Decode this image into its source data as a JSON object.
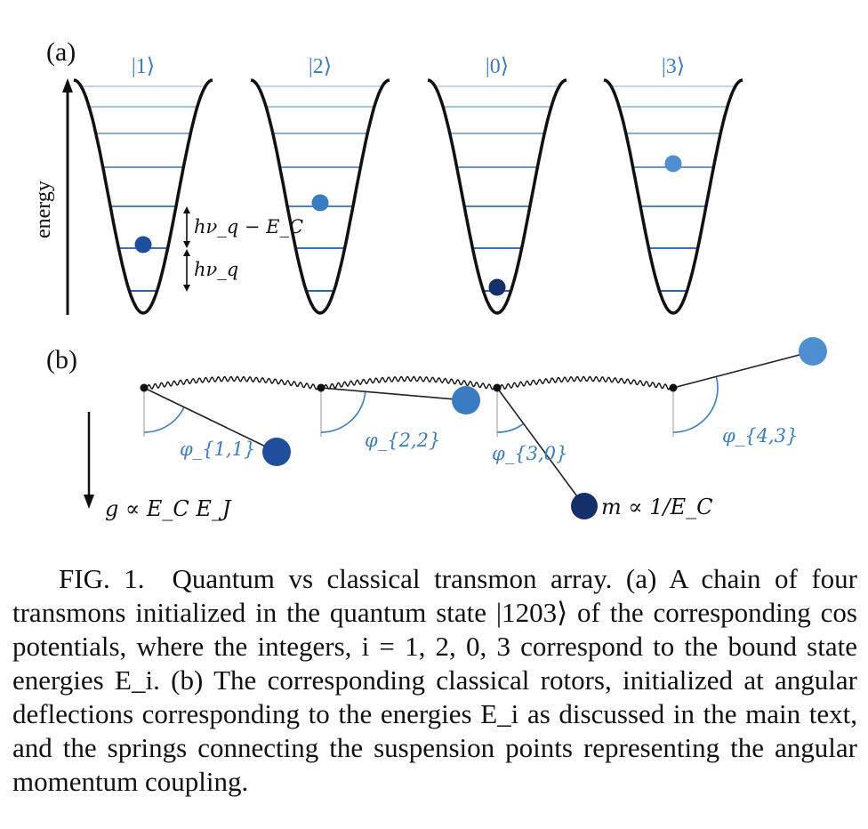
{
  "panel_a": {
    "label": "(a)",
    "y_axis_label": "energy",
    "wells": [
      {
        "state_label": "|1⟩",
        "level": 1
      },
      {
        "state_label": "|2⟩",
        "level": 2
      },
      {
        "state_label": "|0⟩",
        "level": 0
      },
      {
        "state_label": "|3⟩",
        "level": 3
      }
    ],
    "spacing_labels": {
      "upper": "hν_q − E_C",
      "lower": "hν_q"
    }
  },
  "panel_b": {
    "label": "(b)",
    "gravity_label": "g ∝ E_C E_J",
    "mass_label": "m ∝ 1/E_C",
    "rotors": [
      {
        "angle_label": "φ_{1,1}",
        "color": "#1f4e9c"
      },
      {
        "angle_label": "φ_{2,2}",
        "color": "#3a7cc2"
      },
      {
        "angle_label": "φ_{3,0}",
        "color": "#14306b"
      },
      {
        "angle_label": "φ_{4,3}",
        "color": "#4d8fd0"
      }
    ]
  },
  "colors": {
    "level_line": "#7fa8d8",
    "dark_blue": "#14306b",
    "mid_blue": "#1f4e9c",
    "light_blue": "#4d8fd0",
    "arc_blue": "#3a7cc2"
  },
  "caption": {
    "fig_label": "FIG. 1.",
    "text": "Quantum vs classical transmon array. (a) A chain of four transmons initialized in the quantum state |1203⟩ of the corresponding cos potentials, where the integers, i = 1, 2, 0, 3 correspond to the bound state energies E_i. (b) The corresponding classical rotors, initialized at angular deflections corresponding to the energies E_i as discussed in the main text, and the springs connecting the suspension points representing the angular momentum coupling."
  }
}
